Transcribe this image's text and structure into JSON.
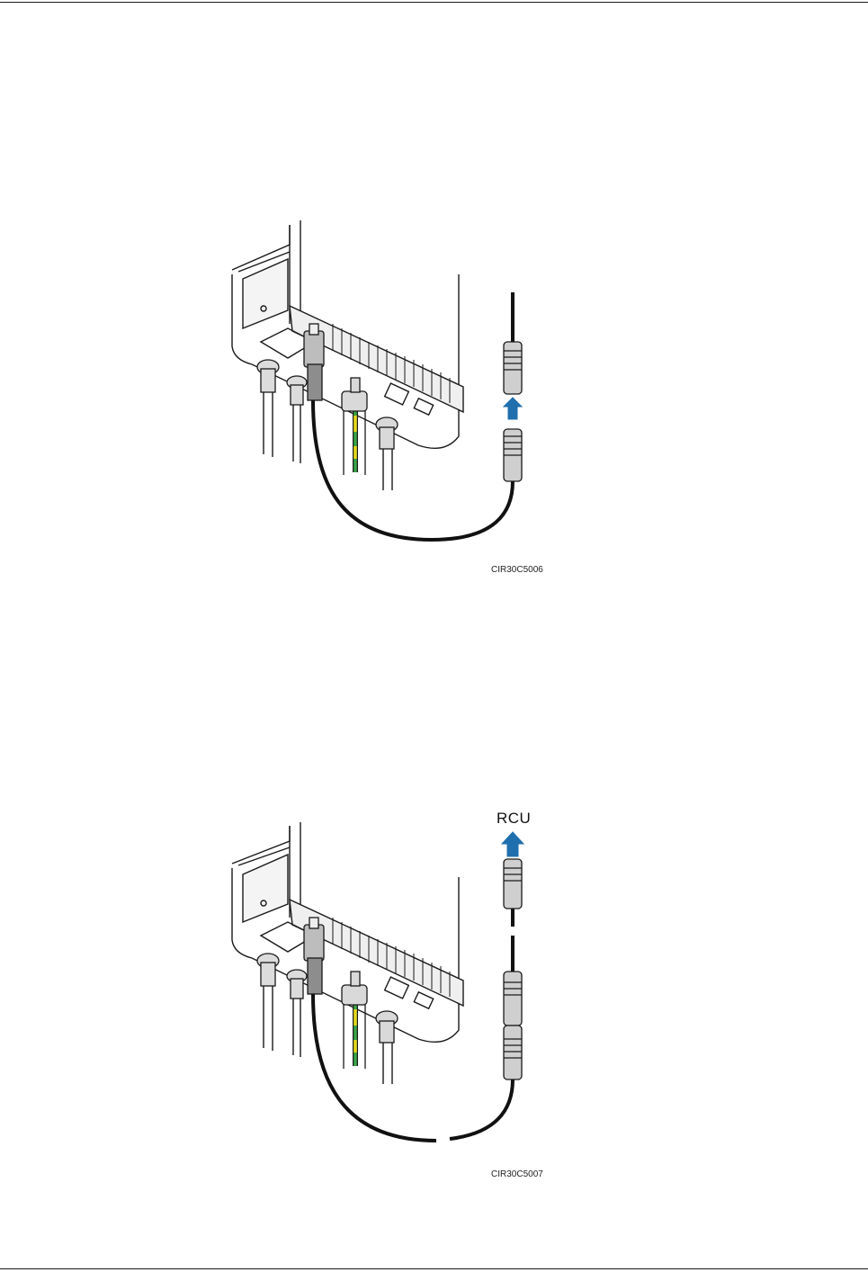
{
  "figures": [
    {
      "id_label": "CIR30C5006"
    },
    {
      "id_label": "CIR30C5007",
      "callout": "RCU"
    }
  ],
  "colors": {
    "arrow": "#1f6fae",
    "ground_green": "#3aa646",
    "ground_yellow": "#e8d51c",
    "line": "#1a1a1a"
  }
}
